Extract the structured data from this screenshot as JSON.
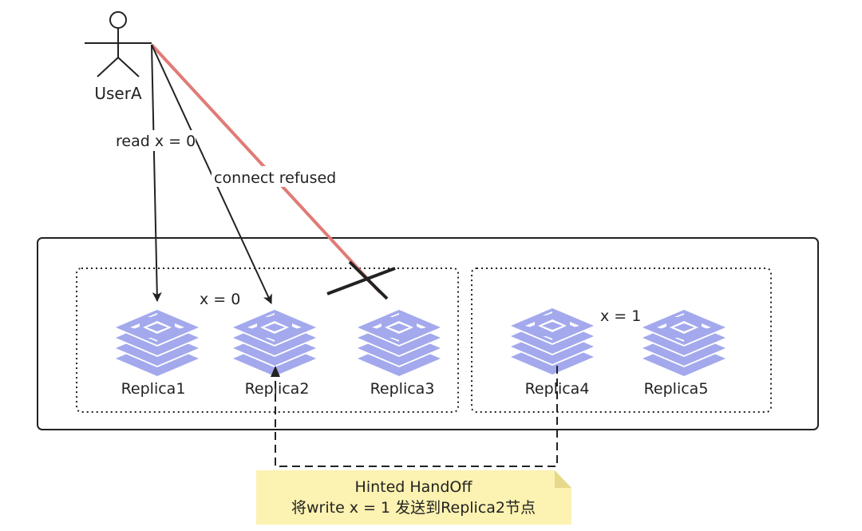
{
  "actor": {
    "name": "UserA"
  },
  "edges": {
    "read_label": "read x = 0",
    "connect_label": "connect refused"
  },
  "group_a": {
    "value_label": "x = 0",
    "replicas": [
      "Replica1",
      "Replica2",
      "Replica3"
    ]
  },
  "group_b": {
    "value_label": "x = 1",
    "replicas": [
      "Replica4",
      "Replica5"
    ]
  },
  "note": {
    "line1": "Hinted HandOff",
    "line2": "将write x = 1 发送到Replica2节点"
  },
  "colors": {
    "stack_fill": "#a3a9ec",
    "stack_light": "#d2d5f7",
    "refused_line": "#e07b76",
    "note_fill": "#fcf2b1",
    "note_fold": "#e6d98a",
    "stroke": "#222222"
  }
}
